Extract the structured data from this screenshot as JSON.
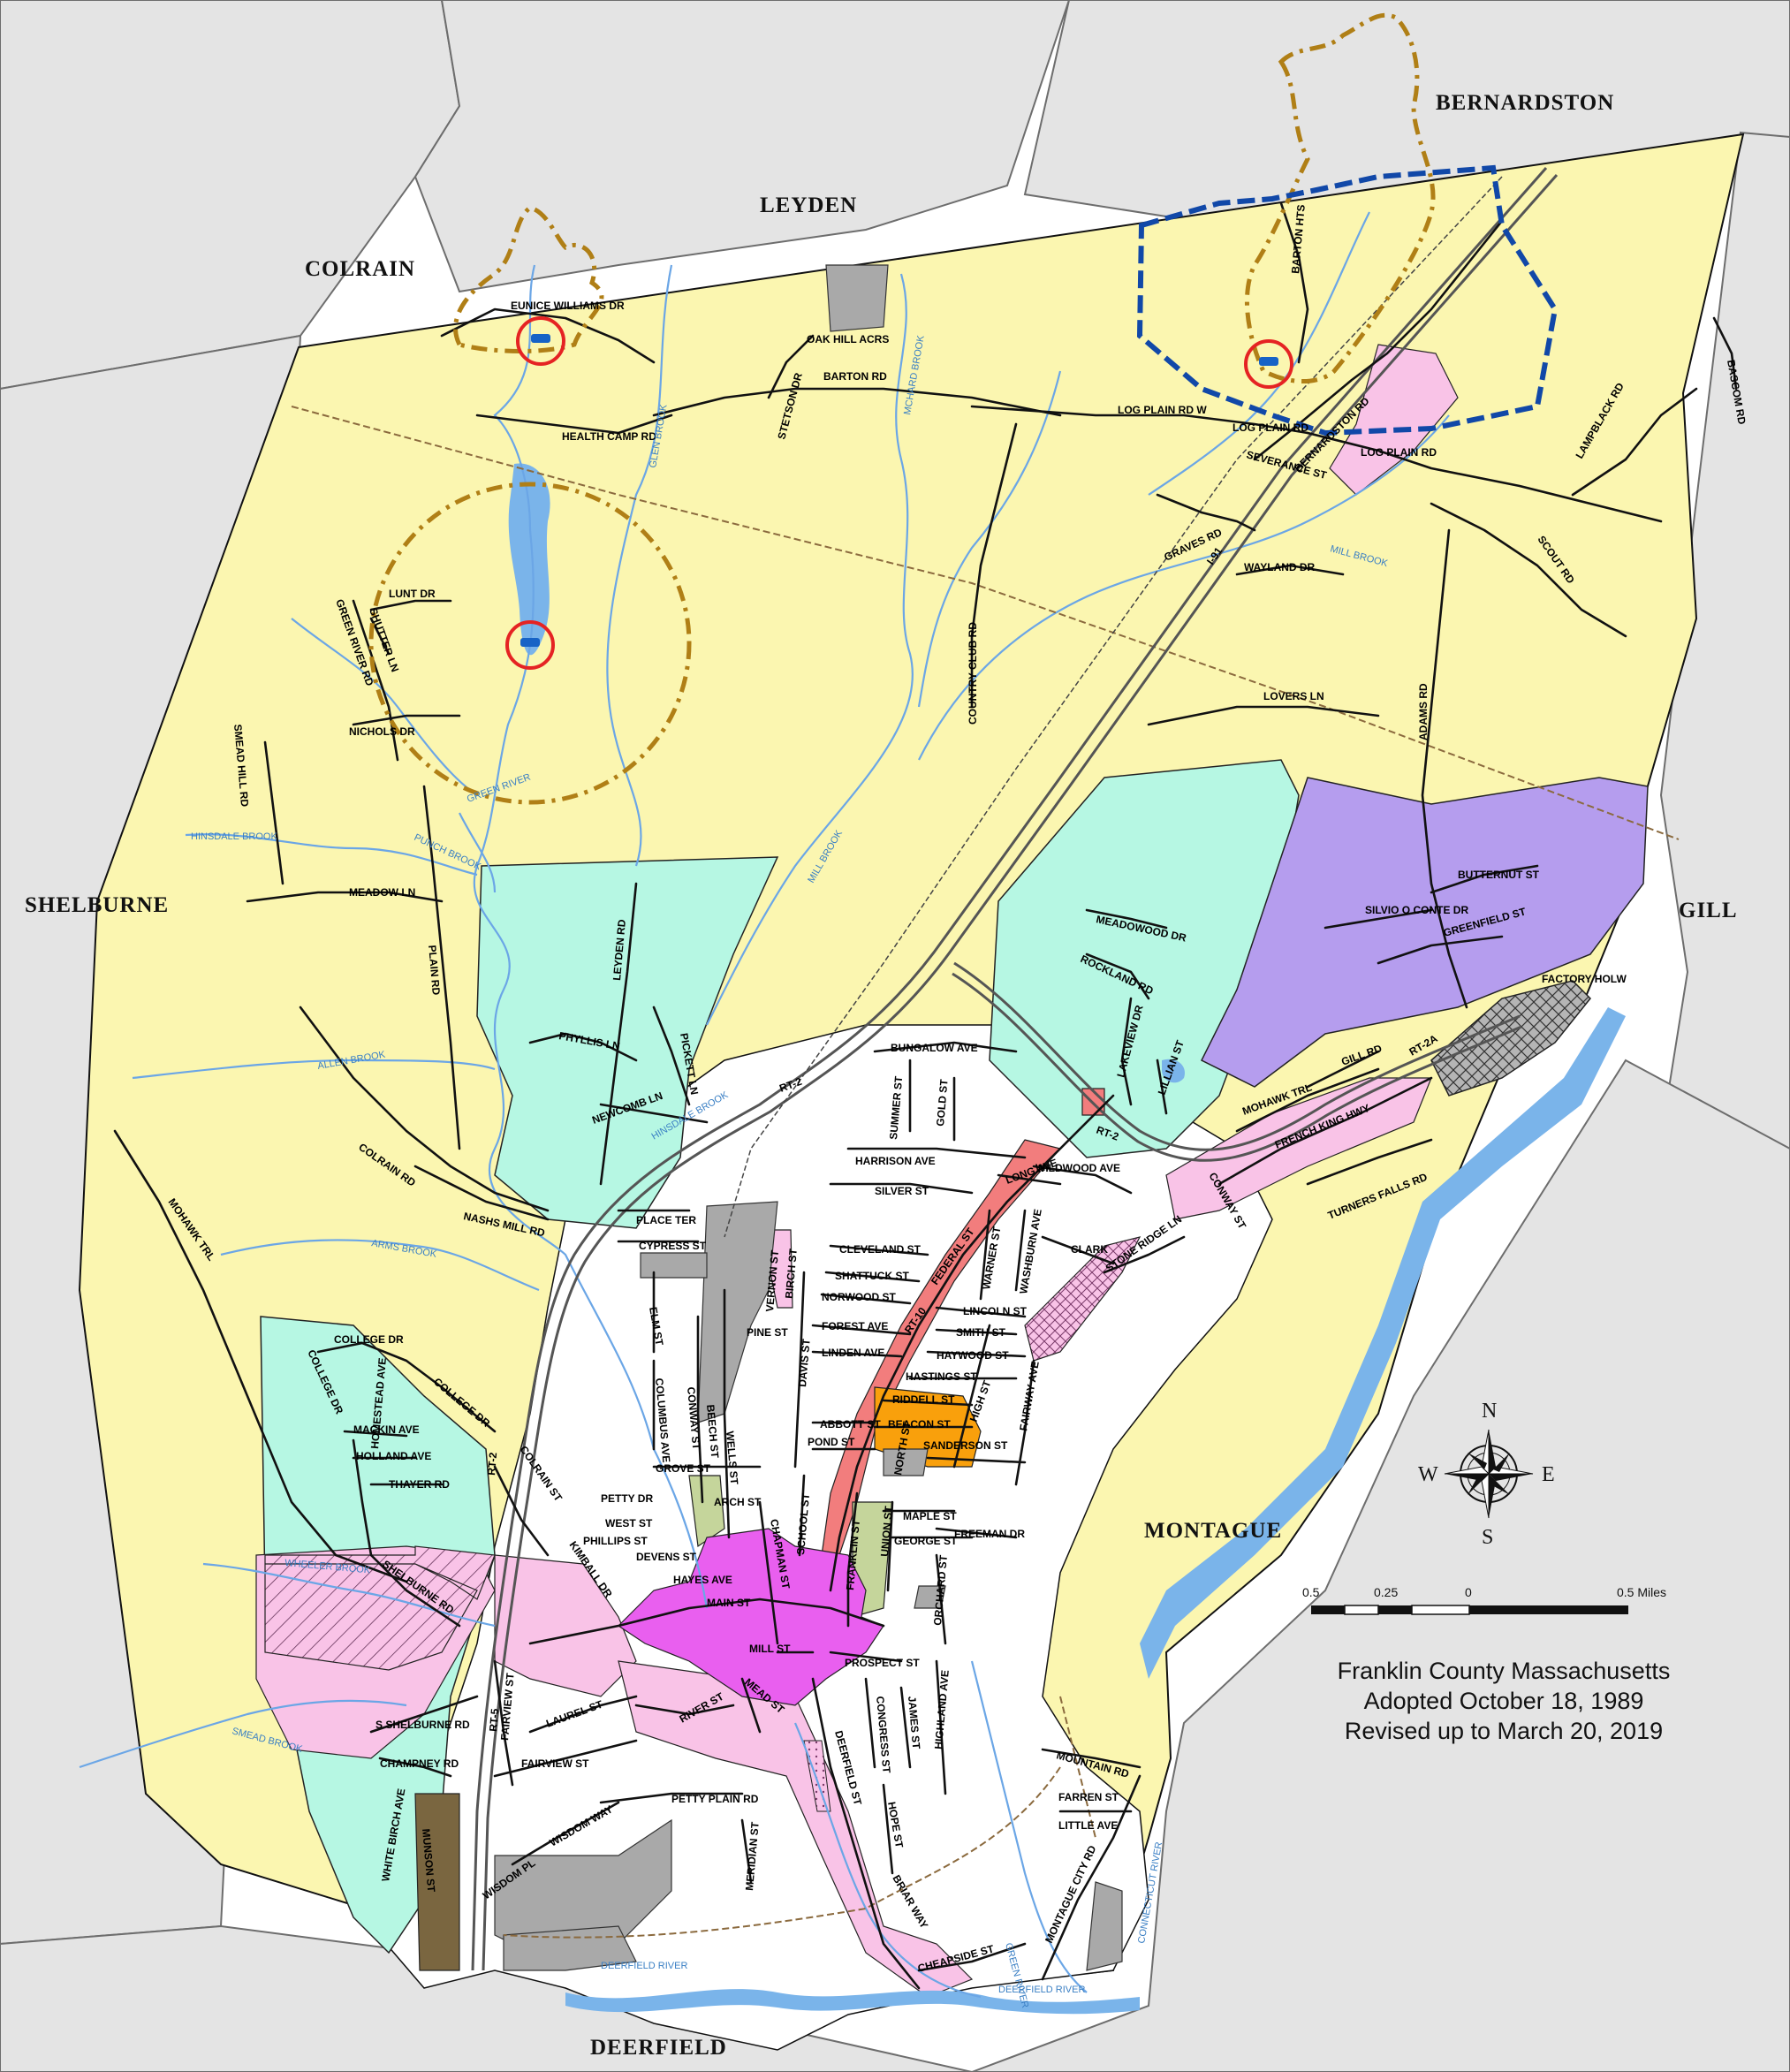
{
  "towns": {
    "colrain": "COLRAIN",
    "leyden": "LEYDEN",
    "bernardston": "BERNARDSTON",
    "shelburne": "SHELBURNE",
    "gill": "GILL",
    "montague": "MONTAGUE",
    "deerfield": "DEERFIELD"
  },
  "streets": {
    "eunice_williams": "EUNICE WILLIAMS DR",
    "oak_hill": "OAK HILL ACRS",
    "barton_rd": "BARTON RD",
    "barton_hts": "BARTON HTS",
    "health_camp": "HEALTH CAMP RD",
    "stetson": "STETSON DR",
    "log_plain_w": "LOG PLAIN RD W",
    "log_plain": "LOG PLAIN RD",
    "log_plain_2": "LOG PLAIN RD",
    "severance": "SEVERANCE ST",
    "bernardston_rd": "BERNARDSTON RD",
    "bascom": "BASCOM RD",
    "lampblack": "LAMPBLACK RD",
    "graves": "GRAVES RD",
    "wayland": "WAYLAND DR",
    "scout": "SCOUT RD",
    "lunt": "LUNT DR",
    "shutter": "SHUTTER LN",
    "green_river_rd": "GREEN RIVER RD",
    "nichols": "NICHOLS DR",
    "country_club": "COUNTRY CLUB RD",
    "lovers": "LOVERS LN",
    "adams": "ADAMS RD",
    "smead_hill": "SMEAD HILL RD",
    "meadow_ln": "MEADOW LN",
    "plain_rd": "PLAIN RD",
    "butternut": "BUTTERNUT ST",
    "silvio": "SILVIO O CONTE DR",
    "greenfield_st": "GREENFIELD ST",
    "meadowood": "MEADOWOOD DR",
    "rockland": "ROCKLAND RD",
    "lakeview": "LAKEVIEW DR",
    "lillian": "LILLIAN ST",
    "factory_holw": "FACTORY HOLW",
    "gill_rd": "GILL RD",
    "rt2a": "RT-2A",
    "mohawk_trl_e": "MOHAWK TRL",
    "french_king": "FRENCH KING HWY",
    "turners_falls": "TURNERS FALLS RD",
    "leyden_rd": "LEYDEN RD",
    "phyllis": "PHYLLIS LN",
    "pickett": "PICKETT LN",
    "newcomb": "NEWCOMB LN",
    "rt2_a": "RT-2",
    "rt2_b": "RT-2",
    "bungalow": "BUNGALOW AVE",
    "summer": "SUMMER ST",
    "gold": "GOLD ST",
    "harrison": "HARRISON AVE",
    "wildwood": "WILDWOOD AVE",
    "long_ave": "LONG AVE",
    "silver": "SILVER ST",
    "colrain_rd": "COLRAIN RD",
    "nashs_mill": "NASHS MILL RD",
    "mohawk_trl_w": "MOHAWK TRL",
    "place_ter": "PLACE TER",
    "cypress": "CYPRESS ST",
    "cleveland": "CLEVELAND ST",
    "shattuck": "SHATTUCK ST",
    "norwood": "NORWOOD ST",
    "federal": "FEDERAL ST",
    "warner": "WARNER ST",
    "washburn": "WASHBURN AVE",
    "clark": "CLARK",
    "stone_ridge": "STONE RIDGE LN",
    "conway_st": "CONWAY ST",
    "vernon": "VERNON ST",
    "birch": "BIRCH ST",
    "elm": "ELM ST",
    "pine": "PINE ST",
    "lincoln": "LINCOLN ST",
    "smith": "SMITH ST",
    "forest": "FOREST AVE",
    "linden": "LINDEN AVE",
    "haywood": "HAYWOOD ST",
    "hastings": "HASTINGS ST",
    "riddell": "RIDDELL ST",
    "beacon": "BEACON ST",
    "davis": "DAVIS ST",
    "columbus": "COLUMBUS AVE",
    "conway_ave": "CONWAY ST",
    "beech": "BEECH ST",
    "wells": "WELLS ST",
    "abbott": "ABBOTT ST",
    "pond": "POND ST",
    "north": "NORTH ST",
    "sanderson": "SANDERSON ST",
    "fairway": "FAIRWAY AVE",
    "high": "HIGH ST",
    "grove": "GROVE ST",
    "college_dr": "COLLEGE DR",
    "college_dr2": "COLLEGE DR",
    "college_dr3": "COLLEGE DR",
    "mackin": "MACKIN AVE",
    "holland": "HOLLAND AVE",
    "thayer": "THAYER RD",
    "homestead": "HOMESTEAD AVE",
    "colrain_st": "COLRAIN ST",
    "rt2_c": "RT-2",
    "petty_dr": "PETTY DR",
    "arch": "ARCH ST",
    "maple": "MAPLE ST",
    "freeman": "FREEMAN DR",
    "west": "WEST ST",
    "phillips": "PHILLIPS ST",
    "devens": "DEVENS ST",
    "chapman": "CHAPMAN ST",
    "school": "SCHOOL ST",
    "franklin": "FRANKLIN ST",
    "union": "UNION ST",
    "george": "GEORGE ST",
    "kimball": "KIMBALL DR",
    "hayes": "HAYES AVE",
    "main": "MAIN ST",
    "shelburne_rd": "SHELBURNE RD",
    "mill": "MILL ST",
    "prospect": "PROSPECT ST",
    "orchard": "ORCHARD ST",
    "s_shelburne": "S SHELBURNE RD",
    "laurel": "LAUREL ST",
    "river_st": "RIVER ST",
    "mead": "MEAD ST",
    "deerfield_st": "DEERFIELD ST",
    "congress": "CONGRESS ST",
    "james": "JAMES ST",
    "highland": "HIGHLAND AVE",
    "fairview_st": "FAIRVIEW ST",
    "fairview_st2": "FAIRVIEW ST",
    "champney": "CHAMPNEY RD",
    "white_birch": "WHITE BIRCH AVE",
    "munson": "MUNSON ST",
    "petty_plain": "PETTY PLAIN RD",
    "wisdom_way": "WISDOM WAY",
    "wisdom_pl": "WISDOM PL",
    "meridian": "MERIDIAN ST",
    "hope": "HOPE ST",
    "briar": "BRIAR WAY",
    "cheapside": "CHEAPSIDE ST",
    "mountain": "MOUNTAIN RD",
    "farren": "FARREN ST",
    "little": "LITTLE AVE",
    "montague_city": "MONTAGUE CITY RD",
    "i91": "I-91",
    "rt10": "RT-10",
    "rt5": "RT-5"
  },
  "streams": {
    "glen_brook": "GLEN BROOK",
    "mcHard_brook": "MCHARD BROOK",
    "mill_brook": "MILL BROOK",
    "green_river": "GREEN RIVER",
    "hinsdale": "HINSDALE BROOK",
    "punch": "PUNCH BROOK",
    "millbrook": "MILL BROOK",
    "allen": "ALLEN BROOK",
    "arms": "ARMS BROOK",
    "wheeler": "WHEELER BROOK",
    "smead": "SMEAD BROOK",
    "deerfield_river": "DEERFIELD RIVER",
    "deerfield_river2": "DEERFIELD RIVER",
    "green_river2": "GREEN RIVER",
    "connecticut": "CONNECTICUT RIVER",
    "hinsdale2": "HINSDALE BROOK"
  },
  "compass": {
    "n": "N",
    "s": "S",
    "e": "E",
    "w": "W"
  },
  "scale": {
    "t0": "0.5",
    "t1": "0.25",
    "t2": "0",
    "t3": "0.5 Miles"
  },
  "caption": {
    "line1": "Franklin County Massachusetts",
    "line2": "Adopted October 18, 1989",
    "line3": "Revised up to March 20, 2019"
  },
  "colors": {
    "surrounding": "#e4e4e4",
    "rural_residential": "#fbf6b0",
    "conservation": "#b6f7e3",
    "industrial": "#b59dee",
    "urban": "#ffffff",
    "general_commercial": "#f9c3e7",
    "central_commercial": "#e95fef",
    "health_service": "#f27d7d",
    "office": "#f9a00c",
    "limited_commercial": "#c5d59b",
    "public": "#a9a9a9",
    "quarry": "#7a6640",
    "water": "#7ab4ea",
    "aquifer_line": "#b07f16",
    "wellhead_line": "#1148a8",
    "well_marker": "#e52323"
  },
  "icons": [
    "compass-rose-icon",
    "water-well-icon"
  ]
}
